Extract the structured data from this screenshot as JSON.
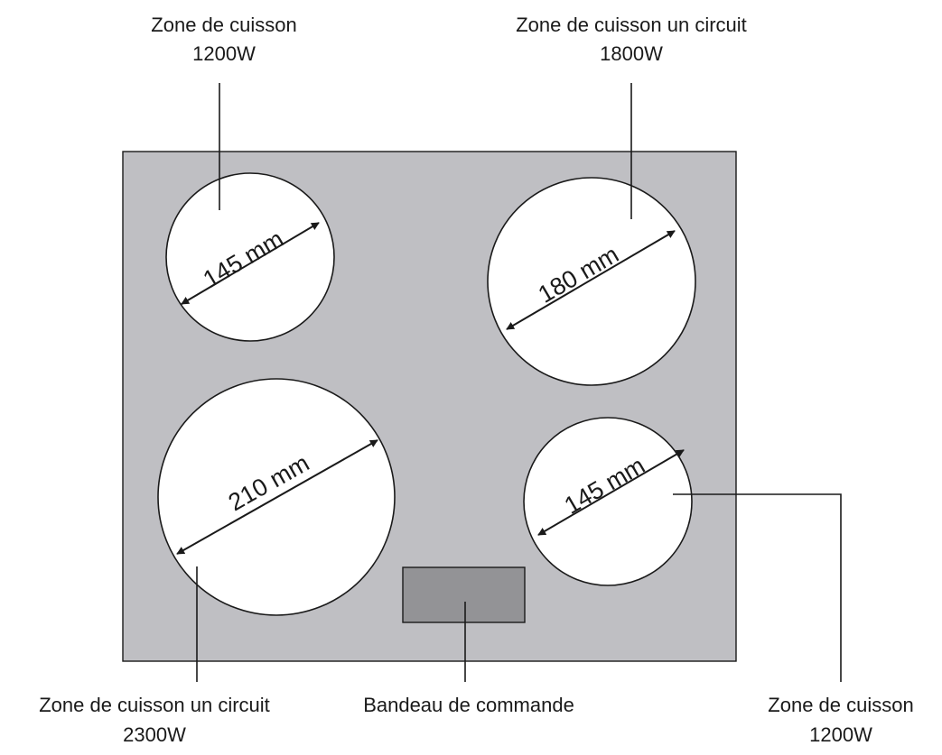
{
  "colors": {
    "hob_surface": "#bfbfc3",
    "control_panel": "#939396",
    "zone_fill": "#ffffff",
    "line": "#1a1a1a"
  },
  "labels": {
    "top_left": {
      "line1": "Zone de cuisson",
      "line2": "1200W"
    },
    "top_right": {
      "line1": "Zone de cuisson un circuit",
      "line2": "1800W"
    },
    "bottom_left": {
      "line1": "Zone de cuisson un circuit",
      "line2": "2300W"
    },
    "bottom_center": {
      "line1": "Bandeau de commande"
    },
    "bottom_right": {
      "line1": "Zone de cuisson",
      "line2": "1200W"
    }
  },
  "zones": {
    "top_left": {
      "diameter": "145 mm"
    },
    "top_right": {
      "diameter": "180 mm"
    },
    "bottom_left": {
      "diameter": "210 mm"
    },
    "bottom_right": {
      "diameter": "145 mm"
    }
  }
}
